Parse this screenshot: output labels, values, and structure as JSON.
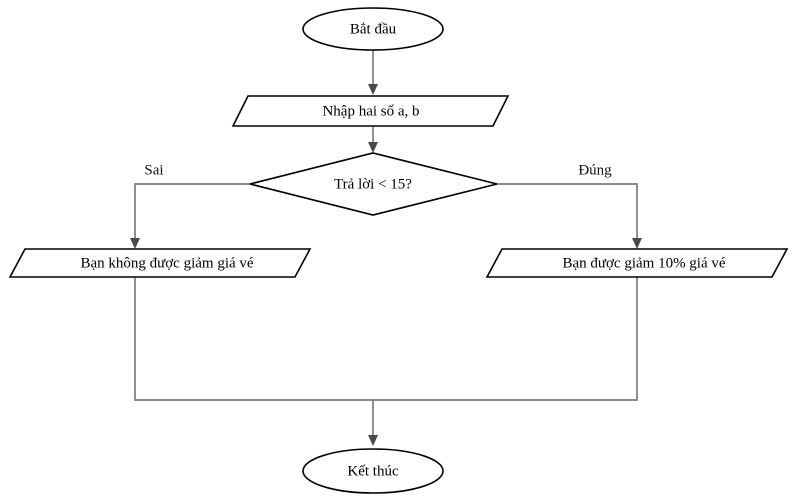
{
  "diagram": {
    "title": "Flowchart - Kiem tra giam gia ve",
    "colors": {
      "shape_stroke": "#000000",
      "shape_fill": "#ffffff",
      "connector": "#7d7d7d",
      "arrow": "#4a4a4a",
      "text": "#000000",
      "background": "#ffffff"
    },
    "nodes": {
      "start": {
        "label": "Bắt đầu",
        "shape": "ellipse"
      },
      "input": {
        "label": "Nhập hai số a, b",
        "shape": "parallelogram"
      },
      "decision": {
        "label": "Trả lời < 15?",
        "shape": "diamond"
      },
      "output_false": {
        "label": "Bạn không được giảm giá vé",
        "shape": "parallelogram"
      },
      "output_true": {
        "label": "Bạn được giảm 10% giá vé",
        "shape": "parallelogram"
      },
      "end": {
        "label": "Kết thúc",
        "shape": "ellipse"
      }
    },
    "branch_labels": {
      "false": "Sai",
      "true": "Đúng"
    }
  }
}
